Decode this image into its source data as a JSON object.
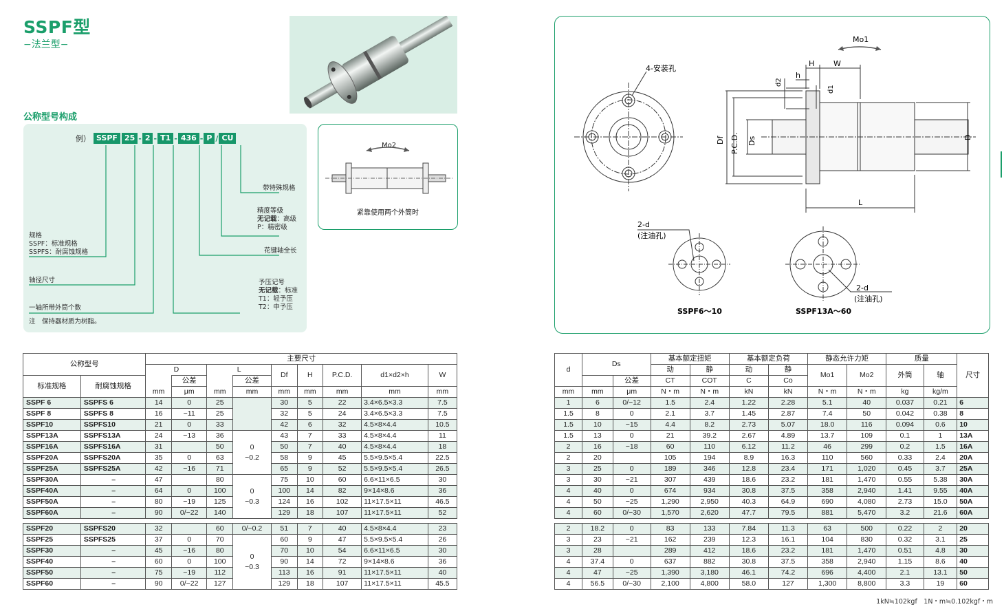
{
  "header": {
    "title": "SSPF型",
    "subtitle": "−法兰型−"
  },
  "section": {
    "naming": "公称型号构成"
  },
  "code": {
    "example": "例）",
    "parts": [
      "SSPF",
      "25",
      "2",
      "T1",
      "436",
      "P",
      "CU"
    ]
  },
  "labels": {
    "special": "带特殊规格",
    "precision_title": "精度等级",
    "precision_none_key": "无记载",
    "precision_none_val": "：高级",
    "precision_p": "P：精密级",
    "length": "花键轴全长",
    "spec_title": "规格",
    "spec_sspf": "SSPF：标准规格",
    "spec_sspfs": "SSPFS：耐腐蚀规格",
    "shaft": "轴径尺寸",
    "preload_title": "予压记号",
    "preload_none_key": "无记载",
    "preload_none_val": "：标准",
    "preload_t1": "T1：轻予压",
    "preload_t2": "T2：中予压",
    "count": "一轴所带外筒个数",
    "note": "注　保持器材质为树脂。"
  },
  "mo2": {
    "label": "Mo2",
    "caption": "紧靠使用两个外筒时"
  },
  "diagram": {
    "mo1": "Mo1",
    "holes": "4-安装孔",
    "H": "H",
    "W": "W",
    "h": "h",
    "d2": "d2",
    "d1": "d1",
    "Df": "Df",
    "PCD": "P.C.D.",
    "Ds": "Ds",
    "D": "D",
    "L": "L",
    "oil1_a": "2-d",
    "oil1_b": "(注油孔)",
    "oil2_a": "2-d",
    "oil2_b": "(注油孔)",
    "cap1": "SSPF6～10",
    "cap2": "SSPF13A～60"
  },
  "left_table": {
    "h": {
      "model": "公称型号",
      "dims": "主要尺寸",
      "std": "标准规格",
      "cor": "耐腐蚀规格",
      "D": "D",
      "tol": "公差",
      "L": "L",
      "Df": "Df",
      "H": "H",
      "PCD": "P.C.D.",
      "d": "d1×d2×h",
      "W": "W",
      "mm": "mm",
      "um": "μm"
    },
    "g1": [
      [
        "SSPF  6",
        "SSPFS  6",
        "14",
        "0",
        "25",
        "30",
        "5",
        "22",
        "3.4×6.5×3.3",
        "7.5"
      ],
      [
        "SSPF  8",
        "SSPFS  8",
        "16",
        "−11",
        "25",
        "32",
        "5",
        "24",
        "3.4×6.5×3.3",
        "7.5"
      ],
      [
        "SSPF10",
        "SSPFS10",
        "21",
        "0",
        "33",
        "42",
        "6",
        "32",
        "4.5×8×4.4",
        "10.5"
      ],
      [
        "SSPF13A",
        "SSPFS13A",
        "24",
        "−13",
        "36",
        "43",
        "7",
        "33",
        "4.5×8×4.4",
        "11"
      ],
      [
        "SSPF16A",
        "SSPFS16A",
        "31",
        "",
        "50",
        "50",
        "7",
        "40",
        "4.5×8×4.4",
        "18"
      ],
      [
        "SSPF20A",
        "SSPFS20A",
        "35",
        "0",
        "63",
        "58",
        "9",
        "45",
        "5.5×9.5×5.4",
        "22.5"
      ],
      [
        "SSPF25A",
        "SSPFS25A",
        "42",
        "−16",
        "71",
        "65",
        "9",
        "52",
        "5.5×9.5×5.4",
        "26.5"
      ],
      [
        "SSPF30A",
        "–",
        "47",
        "",
        "80",
        "75",
        "10",
        "60",
        "6.6×11×6.5",
        "30"
      ],
      [
        "SSPF40A",
        "–",
        "64",
        "0",
        "100",
        "100",
        "14",
        "82",
        "9×14×8.6",
        "36"
      ],
      [
        "SSPF50A",
        "–",
        "80",
        "−19",
        "125",
        "124",
        "16",
        "102",
        "11×17.5×11",
        "46.5"
      ],
      [
        "SSPF60A",
        "–",
        "90",
        "0/−22",
        "140",
        "129",
        "18",
        "107",
        "11×17.5×11",
        "52"
      ]
    ],
    "ltol1": [
      "0",
      "−0.2"
    ],
    "ltol2": [
      "0",
      "−0.3"
    ],
    "g2": [
      [
        "SSPF20",
        "SSPFS20",
        "32",
        "",
        "60",
        "0/−0.2",
        "51",
        "7",
        "40",
        "4.5×8×4.4",
        "23"
      ],
      [
        "SSPF25",
        "SSPFS25",
        "37",
        "0",
        "70",
        "",
        "60",
        "9",
        "47",
        "5.5×9.5×5.4",
        "26"
      ],
      [
        "SSPF30",
        "–",
        "45",
        "−16",
        "80",
        "",
        "70",
        "10",
        "54",
        "6.6×11×6.5",
        "30"
      ],
      [
        "SSPF40",
        "–",
        "60",
        "0",
        "100",
        "",
        "90",
        "14",
        "72",
        "9×14×8.6",
        "36"
      ],
      [
        "SSPF50",
        "–",
        "75",
        "−19",
        "112",
        "",
        "113",
        "16",
        "91",
        "11×17.5×11",
        "40"
      ],
      [
        "SSPF60",
        "–",
        "90",
        "0/−22",
        "127",
        "",
        "129",
        "18",
        "107",
        "11×17.5×11",
        "45.5"
      ]
    ]
  },
  "right_table": {
    "h": {
      "d": "d",
      "Ds": "Ds",
      "tol": "公差",
      "torque": "基本额定扭矩",
      "load": "基本额定负荷",
      "moment": "静态允许力矩",
      "mass": "质量",
      "size": "尺寸",
      "dyn": "动",
      "stat": "静",
      "CT": "CT",
      "COT": "COT",
      "C": "C",
      "Co": "Co",
      "Mo1": "Mo1",
      "Mo2": "Mo2",
      "outer": "外筒",
      "shaft": "轴",
      "mm": "mm",
      "um": "μm",
      "Nm": "N・m",
      "kN": "kN",
      "kg": "kg",
      "kgm": "kg/m"
    },
    "g1": [
      [
        "1",
        "6",
        "0/−12",
        "1.5",
        "2.4",
        "1.22",
        "2.28",
        "5.1",
        "40",
        "0.037",
        "0.21",
        "6"
      ],
      [
        "1.5",
        "8",
        "0",
        "2.1",
        "3.7",
        "1.45",
        "2.87",
        "7.4",
        "50",
        "0.042",
        "0.38",
        "8"
      ],
      [
        "1.5",
        "10",
        "−15",
        "4.4",
        "8.2",
        "2.73",
        "5.07",
        "18.0",
        "116",
        "0.094",
        "0.6",
        "10"
      ],
      [
        "1.5",
        "13",
        "0",
        "21",
        "39.2",
        "2.67",
        "4.89",
        "13.7",
        "109",
        "0.1",
        "1",
        "13A"
      ],
      [
        "2",
        "16",
        "−18",
        "60",
        "110",
        "6.12",
        "11.2",
        "46",
        "299",
        "0.2",
        "1.5",
        "16A"
      ],
      [
        "2",
        "20",
        "",
        "105",
        "194",
        "8.9",
        "16.3",
        "110",
        "560",
        "0.33",
        "2.4",
        "20A"
      ],
      [
        "3",
        "25",
        "0",
        "189",
        "346",
        "12.8",
        "23.4",
        "171",
        "1,020",
        "0.45",
        "3.7",
        "25A"
      ],
      [
        "3",
        "30",
        "−21",
        "307",
        "439",
        "18.6",
        "23.2",
        "181",
        "1,470",
        "0.55",
        "5.38",
        "30A"
      ],
      [
        "4",
        "40",
        "0",
        "674",
        "934",
        "30.8",
        "37.5",
        "358",
        "2,940",
        "1.41",
        "9.55",
        "40A"
      ],
      [
        "4",
        "50",
        "−25",
        "1,290",
        "2,950",
        "40.3",
        "64.9",
        "690",
        "4,080",
        "2.73",
        "15.0",
        "50A"
      ],
      [
        "4",
        "60",
        "0/−30",
        "1,570",
        "2,620",
        "47.7",
        "79.5",
        "881",
        "5,470",
        "3.2",
        "21.6",
        "60A"
      ]
    ],
    "g2": [
      [
        "2",
        "18.2",
        "0",
        "83",
        "133",
        "7.84",
        "11.3",
        "63",
        "500",
        "0.22",
        "2",
        "20"
      ],
      [
        "3",
        "23",
        "−21",
        "162",
        "239",
        "12.3",
        "16.1",
        "104",
        "830",
        "0.32",
        "3.1",
        "25"
      ],
      [
        "3",
        "28",
        "",
        "289",
        "412",
        "18.6",
        "23.2",
        "181",
        "1,470",
        "0.51",
        "4.8",
        "30"
      ],
      [
        "4",
        "37.4",
        "0",
        "637",
        "882",
        "30.8",
        "37.5",
        "358",
        "2,940",
        "1.15",
        "8.6",
        "40"
      ],
      [
        "4",
        "47",
        "−25",
        "1,390",
        "3,180",
        "46.1",
        "74.2",
        "696",
        "4,400",
        "2.1",
        "13.1",
        "50"
      ],
      [
        "4",
        "56.5",
        "0/−30",
        "2,100",
        "4,800",
        "58.0",
        "127",
        "1,300",
        "8,800",
        "3.3",
        "19",
        "60"
      ]
    ],
    "footnote": "1kN≒102kgf　1N・m≒0.102kgf・m"
  }
}
